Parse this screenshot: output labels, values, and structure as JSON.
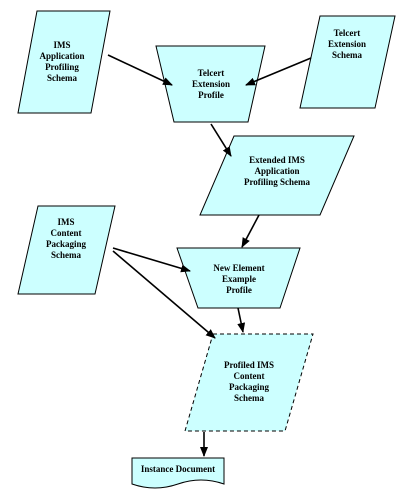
{
  "colors": {
    "fill": "#ccffff",
    "stroke": "#000000",
    "background": "#ffffff"
  },
  "nodes": {
    "ims_app_profiling_schema": {
      "label": "IMS\nApplication\nProfiling\nSchema",
      "shape": "parallelogram"
    },
    "telcert_extension_profile": {
      "label": "Telcert\nExtension\nProfile",
      "shape": "trapezoid"
    },
    "telcert_extension_schema": {
      "label": "Telcert\nExtension\nSchema",
      "shape": "parallelogram"
    },
    "extended_ims_app_profiling_schema": {
      "label": "Extended IMS\nApplication\nProfiling Schema",
      "shape": "parallelogram"
    },
    "ims_content_packaging_schema": {
      "label": "IMS\nContent\nPackaging\nSchema",
      "shape": "parallelogram"
    },
    "new_element_example_profile": {
      "label": "New Element\nExample\nProfile",
      "shape": "trapezoid"
    },
    "profiled_ims_content_packaging_schema": {
      "label": "Profiled IMS\nContent\nPackaging\nSchema",
      "shape": "parallelogram-dashed"
    },
    "instance_document": {
      "label": "Instance Document",
      "shape": "document"
    }
  },
  "edges": [
    {
      "from": "ims_app_profiling_schema",
      "to": "telcert_extension_profile"
    },
    {
      "from": "telcert_extension_schema",
      "to": "telcert_extension_profile"
    },
    {
      "from": "telcert_extension_profile",
      "to": "extended_ims_app_profiling_schema"
    },
    {
      "from": "extended_ims_app_profiling_schema",
      "to": "new_element_example_profile"
    },
    {
      "from": "ims_content_packaging_schema",
      "to": "new_element_example_profile"
    },
    {
      "from": "ims_content_packaging_schema",
      "to": "profiled_ims_content_packaging_schema"
    },
    {
      "from": "new_element_example_profile",
      "to": "profiled_ims_content_packaging_schema"
    },
    {
      "from": "profiled_ims_content_packaging_schema",
      "to": "instance_document"
    }
  ]
}
